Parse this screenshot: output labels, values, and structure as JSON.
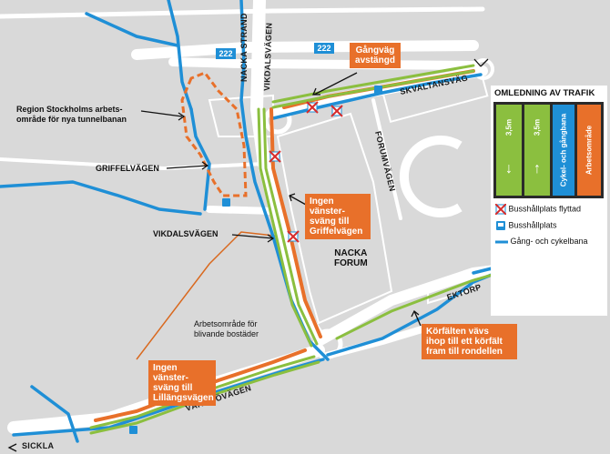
{
  "roads": {
    "route_222_left": "222",
    "route_222_right": "222",
    "nacka_strand": "NACKA STRAND",
    "vikdalsvagen_vertical": "VIKDALSVÄGEN",
    "skvaltansvag": "SKVALTANSVÄG",
    "forumvagen": "FORUMVÄGEN",
    "ektorp": "EKTORP",
    "varmdovagen": "VÄRMDÖVÄGEN",
    "sickla": "SICKLA"
  },
  "labels": {
    "region_stockholm": [
      "Region Stockholms arbets-",
      "område för nya tunnelbanan"
    ],
    "griffelvagen": "GRIFFELVÄGEN",
    "vikdalsvagen": "VIKDALSVÄGEN",
    "nacka_forum": [
      "NACKA",
      "FORUM"
    ],
    "arbetsomrade_bostader": [
      "Arbetsområde för",
      "blivande bostäder"
    ]
  },
  "callouts": {
    "gangvag": [
      "Gångväg",
      "avstängd"
    ],
    "ingen_griffel": [
      "Ingen vänster-",
      "sväng till",
      "Griffelvägen"
    ],
    "ingen_lillangs": [
      "Ingen vänster-",
      "sväng till",
      "Lillängsvägen"
    ],
    "korfalten": [
      "Körfälten vävs",
      "ihop till ett körfält",
      "fram till rondellen"
    ]
  },
  "legend": {
    "title": "OMLEDNING AV TRAFIK",
    "lane_1": "3,5m",
    "lane_2": "3,5m",
    "lane_3": "Cykel- och gångbana",
    "lane_4": "Arbetsområde",
    "bus_moved": "Busshållplats flyttad",
    "bus_stop": "Busshållplats",
    "bike_path": "Gång- och cykelbana"
  },
  "colors": {
    "orange": "#e8702a",
    "green": "#8bbf3f",
    "blue": "#1f8fd6",
    "background": "#d9d9d9",
    "road": "#ffffff"
  }
}
